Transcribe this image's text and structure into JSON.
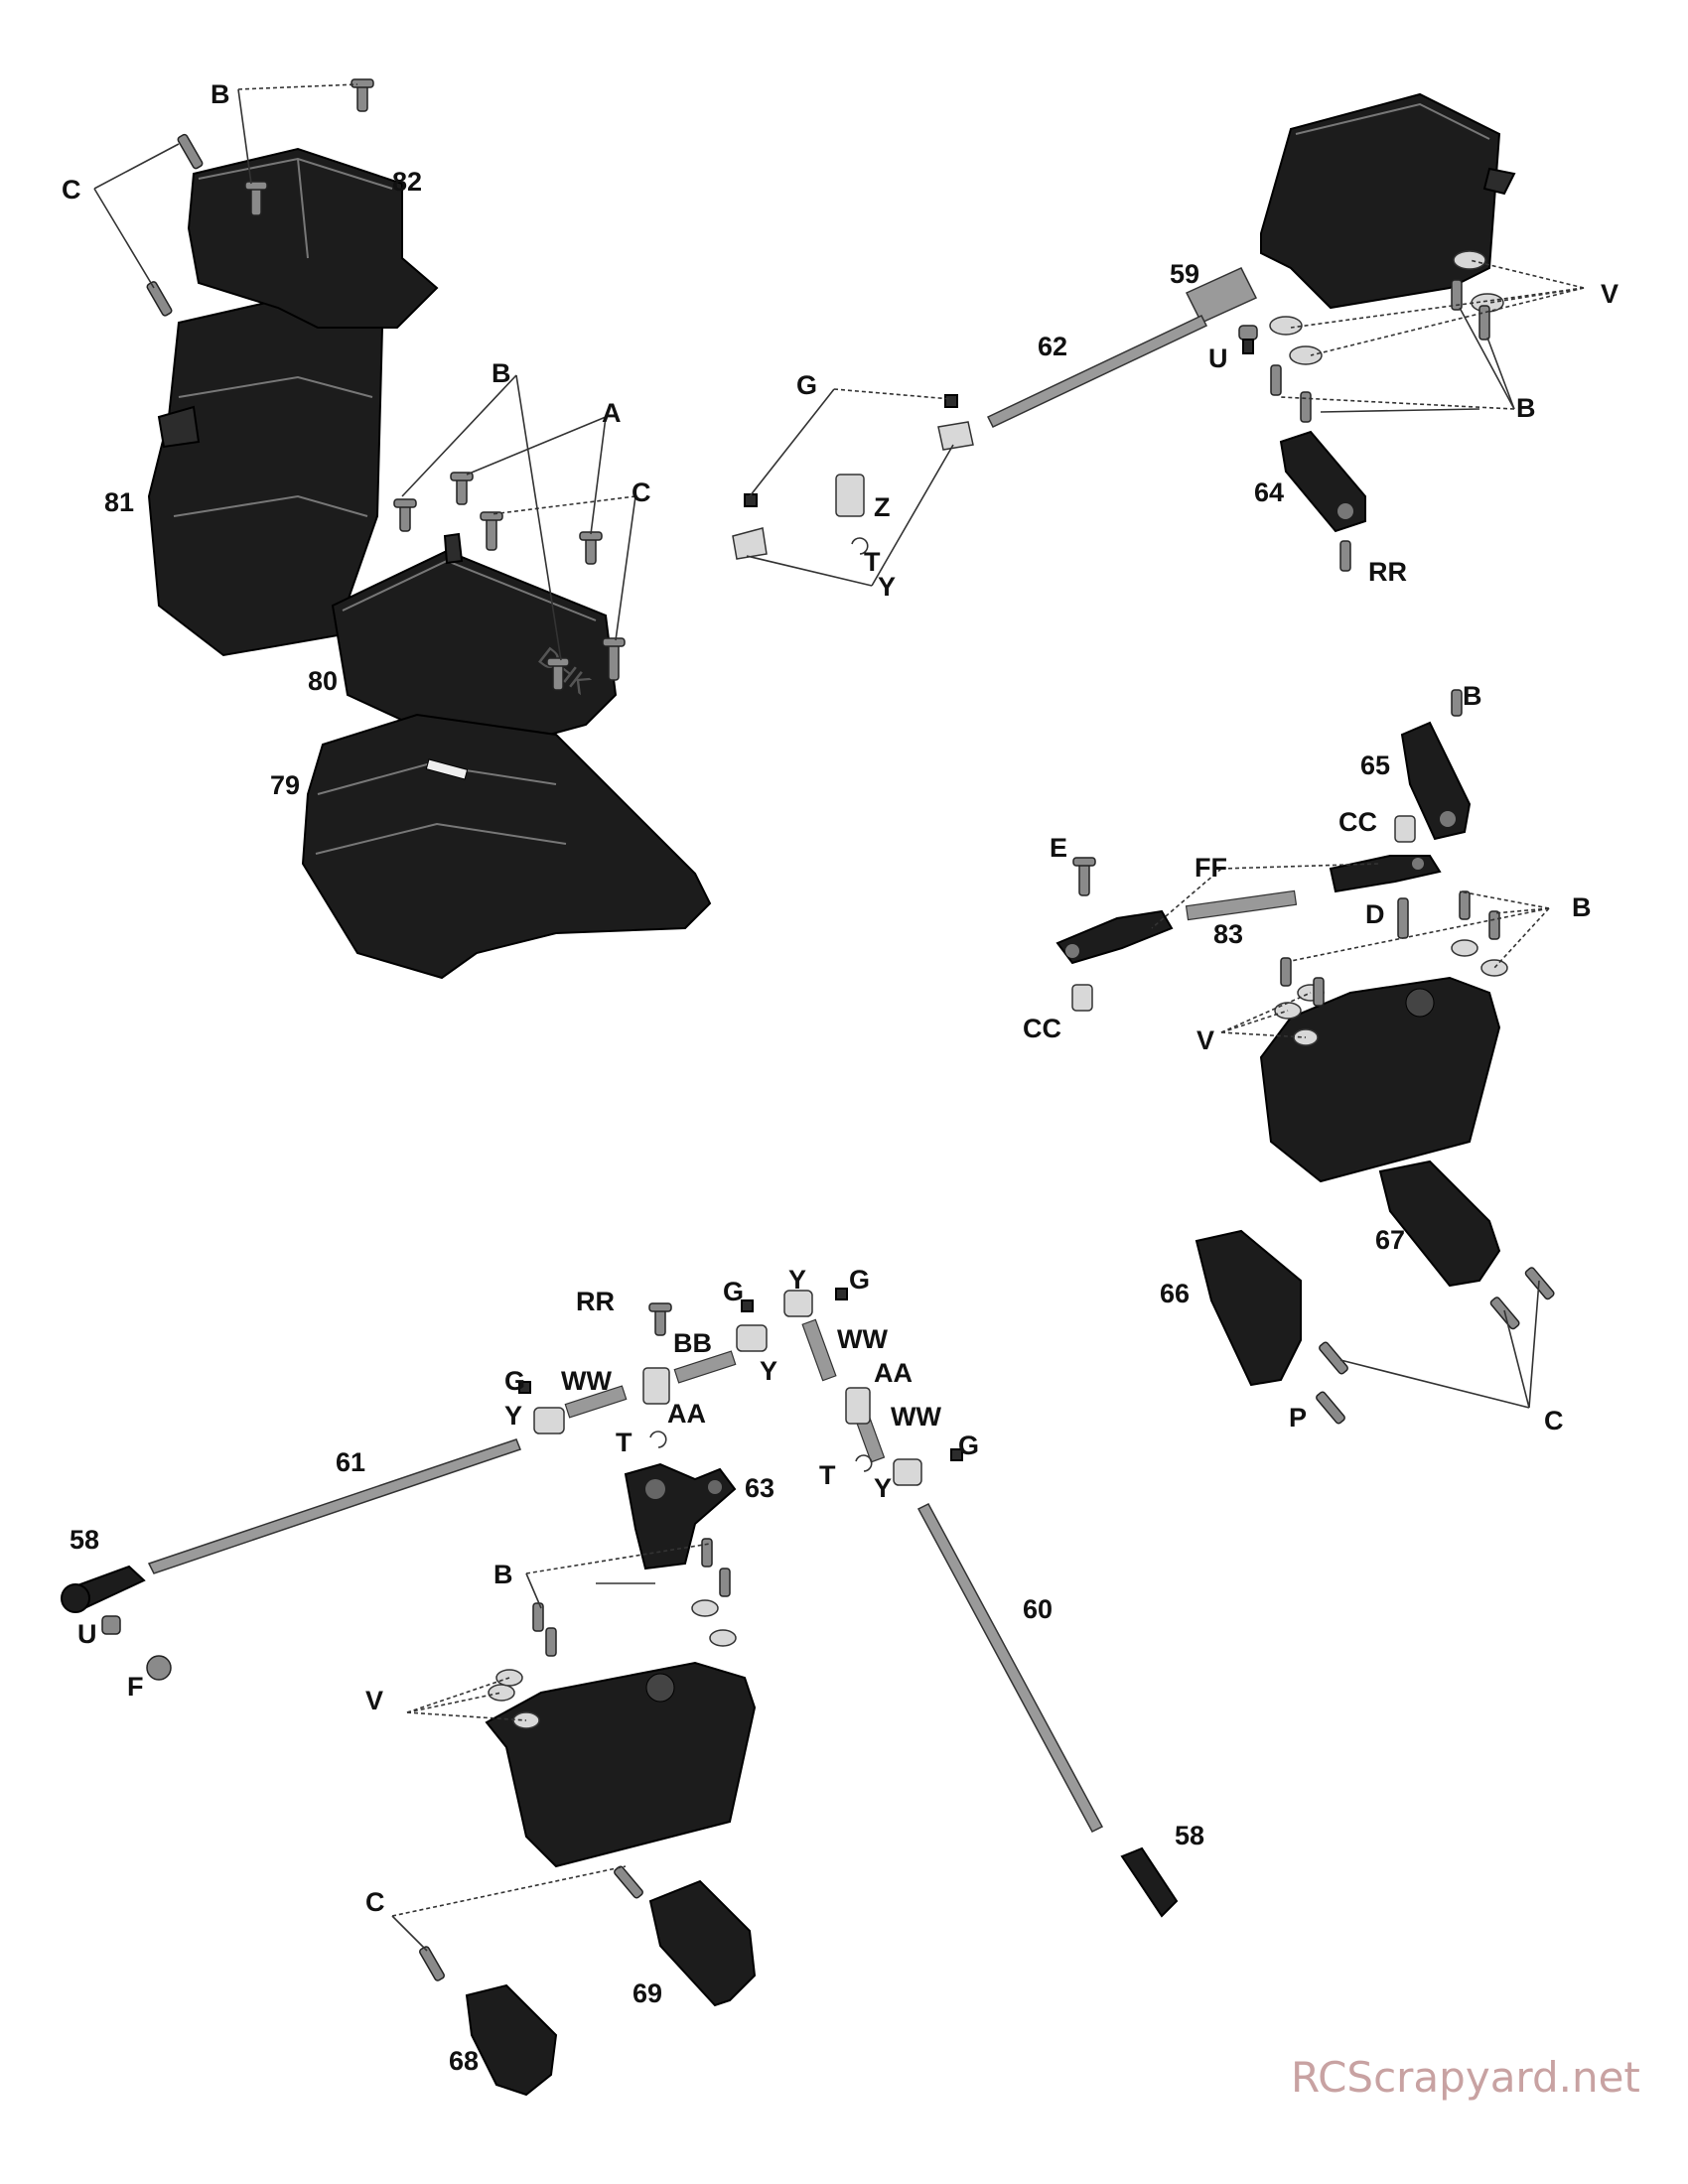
{
  "diagram": {
    "labels": {
      "b_top": "B",
      "c_top": "C",
      "p82": "82",
      "p81": "81",
      "b_mid": "B",
      "a_mid": "A",
      "c_mid": "C",
      "p80": "80",
      "p79": "79",
      "g_top": "G",
      "z_top": "Z",
      "t_top": "T",
      "y_top": "Y",
      "p62": "62",
      "p59": "59",
      "u_top": "U",
      "v_top": "V",
      "b_rt": "B",
      "p64": "64",
      "rr_top": "RR",
      "b_65": "B",
      "p65": "65",
      "cc_1": "CC",
      "e_lbl": "E",
      "ff_lbl": "FF",
      "d_lbl": "D",
      "b_rm": "B",
      "p83": "83",
      "cc_2": "CC",
      "v_rm": "V",
      "p67": "67",
      "p66": "66",
      "p_lbl": "P",
      "c_rm": "C",
      "rr_bot": "RR",
      "g_b1": "G",
      "y_b1": "Y",
      "g_b2": "G",
      "bb_lbl": "BB",
      "ww_1": "WW",
      "y_b2": "Y",
      "ww_2": "WW",
      "g_b3": "G",
      "aa_1": "AA",
      "y_b3": "Y",
      "aa_2": "AA",
      "t_b1": "T",
      "ww_3": "WW",
      "p61": "61",
      "p63": "63",
      "t_b2": "T",
      "y_b4": "Y",
      "g_b4": "G",
      "p58a": "58",
      "b_bot": "B",
      "u_bot": "U",
      "f_lbl": "F",
      "v_bot": "V",
      "p60": "60",
      "p58b": "58",
      "c_bot": "C",
      "p69": "69",
      "p68": "68"
    },
    "watermark": "RCScrapyard.net",
    "colors": {
      "part": "#1c1c1c",
      "hardware": "#8a8a8a",
      "watermark": "#c8a2a2"
    }
  }
}
